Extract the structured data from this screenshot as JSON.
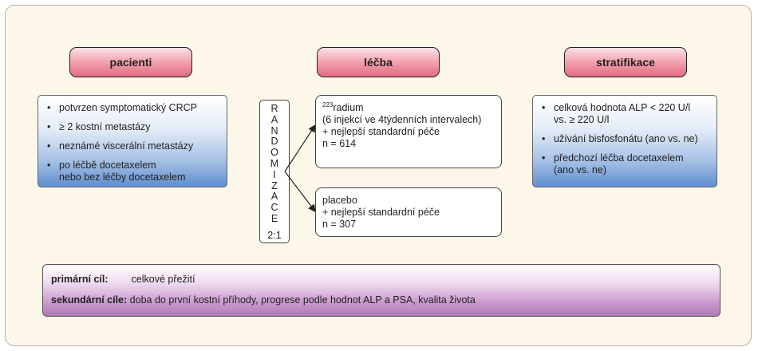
{
  "headers": {
    "patients": "pacienti",
    "treatment": "léčba",
    "stratification": "stratifikace"
  },
  "patients": [
    "potvrzen symptomatický CRCP",
    "≥ 2 kostní metastázy",
    "neznámé viscerální metastázy",
    "po léčbě docetaxelem",
    "nebo bez léčby docetaxelem"
  ],
  "randomization": {
    "letters": [
      "R",
      "A",
      "N",
      "D",
      "O",
      "M",
      "I",
      "Z",
      "A",
      "C",
      "E"
    ],
    "ratio": "2:1"
  },
  "arms": {
    "radium": {
      "superscript": "223",
      "name": "radium",
      "lines": [
        "(6 injekcí ve 4týdenních intervalech)",
        "+ nejlepší standardní péče",
        "n = 614"
      ]
    },
    "placebo": {
      "lines": [
        "placebo",
        "+ nejlepší standardní péče",
        "n = 307"
      ]
    }
  },
  "stratification": [
    "celková hodnota ALP < 220 U/l",
    "vs. ≥ 220 U/l",
    "užívání bisfosfonátu (ano vs. ne)",
    "předchozí léčba docetaxelem",
    "(ano vs. ne)"
  ],
  "endpoints": {
    "primary_label": "primární cíl:",
    "primary_value": "celkové přežití",
    "secondary_label": "sekundární cíle:",
    "secondary_value": "doba do první kostní příhody, progrese podle hodnot ALP a PSA, kvalita života"
  }
}
